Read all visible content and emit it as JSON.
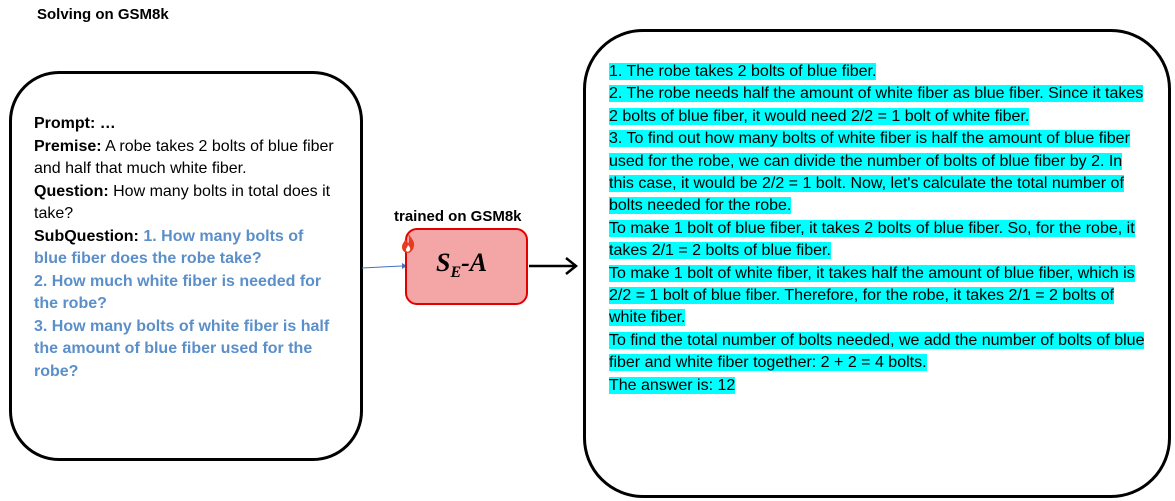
{
  "header": {
    "title": "Solving on GSM8k"
  },
  "input": {
    "prompt_label": "Prompt: …",
    "premise_label": "Premise:",
    "premise_text": " A robe takes 2 bolts of blue fiber and half that much white fiber.",
    "question_label": "Question:",
    "question_text": " How many bolts in total does it take?",
    "subquestion_label": "SubQuestion:",
    "subquestions": [
      "1. How many bolts of blue fiber does the robe take?",
      "2. How much white fiber is needed for the robe?",
      "3. How many bolts of white fiber is half the amount of blue fiber used for the robe?"
    ]
  },
  "model": {
    "trained_label": "trained on GSM8k",
    "name_main": "S",
    "name_sub": "E",
    "name_suffix": "-A",
    "icon": "fire-icon",
    "colors": {
      "fill": "#f4a6a6",
      "border": "#e00000",
      "fire": "#e83a1f"
    }
  },
  "output": {
    "highlight_color": "#00ffff",
    "lines": [
      "1. The robe takes 2 bolts of blue fiber.",
      "2. The robe needs half the amount of white fiber as blue fiber. Since it takes 2 bolts of blue fiber, it would need 2/2 = 1 bolt of white fiber.",
      "3. To find out how many bolts of white fiber is half the amount of blue fiber used for the robe, we can divide the number of bolts of blue fiber by 2. In this case, it would be 2/2 = 1 bolt. Now, let's calculate the total number of bolts needed for the robe.",
      "To make 1 bolt of blue fiber, it takes 2 bolts of blue fiber. So, for the robe, it takes 2/1 = 2 bolts of blue fiber.",
      "To make 1 bolt of white fiber, it takes half the amount of blue fiber, which is 2/2 = 1 bolt of blue fiber. Therefore, for the robe, it takes 2/1 = 2 bolts of white fiber.",
      "To find the total number of bolts needed, we add the number of bolts of blue fiber and white fiber together: 2 + 2 = 4 bolts.",
      "The answer is: 12"
    ]
  }
}
